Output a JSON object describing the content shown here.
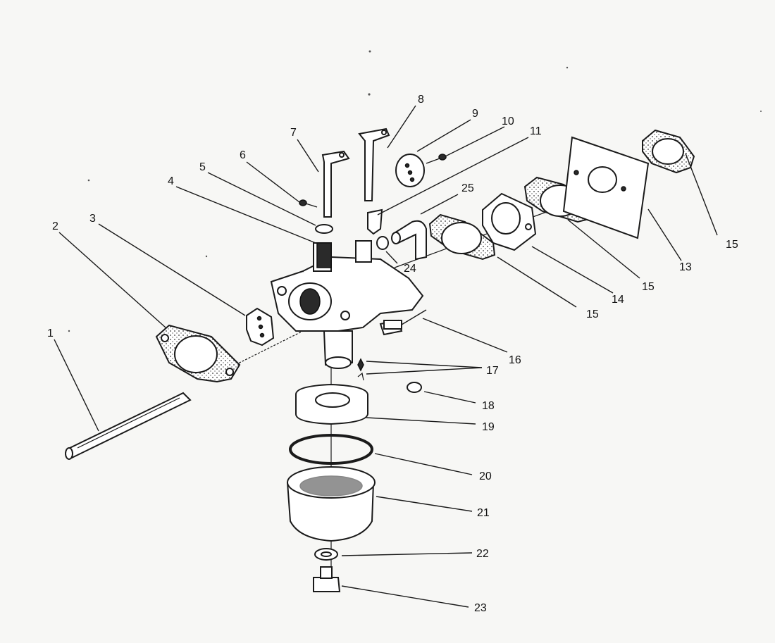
{
  "labels": {
    "p1": "1",
    "p2": "2",
    "p3": "3",
    "p4": "4",
    "p5": "5",
    "p6": "6",
    "p7": "7",
    "p8": "8",
    "p9": "9",
    "p10": "10",
    "p11": "11",
    "p13": "13",
    "p14": "14",
    "p15a": "15",
    "p15b": "15",
    "p15c": "15",
    "p16": "16",
    "p17": "17",
    "p18": "18",
    "p19": "19",
    "p20": "20",
    "p21": "21",
    "p22": "22",
    "p23": "23",
    "p24": "24",
    "p25": "25"
  }
}
